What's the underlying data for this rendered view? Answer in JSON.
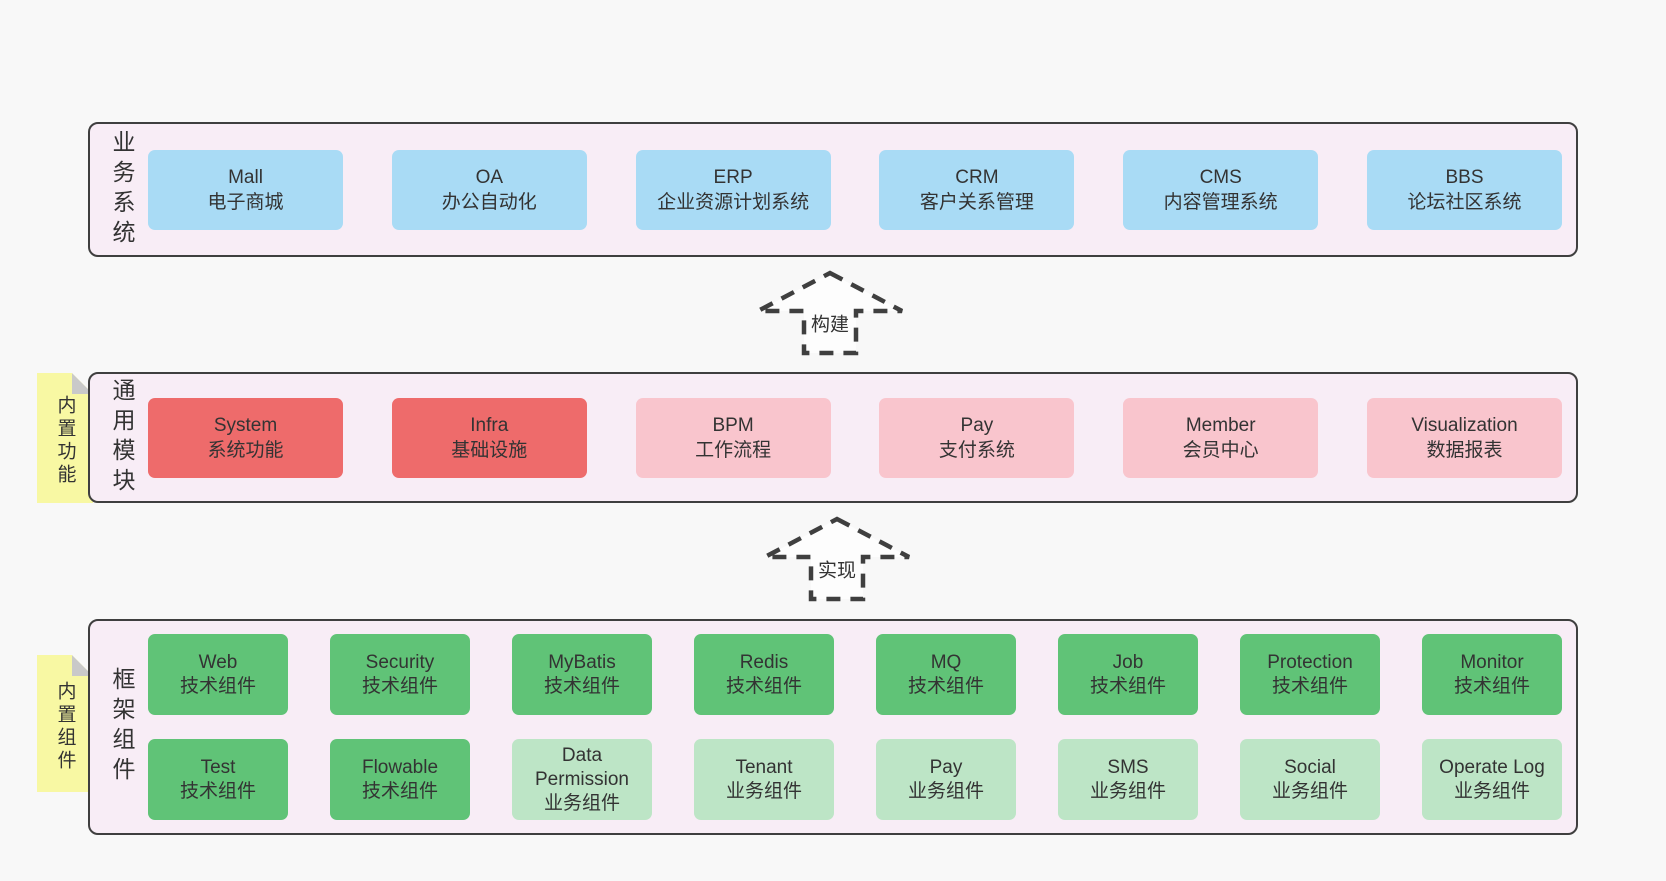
{
  "colors": {
    "page_bg": "#f8f8f8",
    "band_bg": "#f8edf6",
    "band_border": "#3f3f3f",
    "text": "#333333",
    "blue": "#a9dbf5",
    "red": "#ee6b6b",
    "pink": "#f9c5cd",
    "green": "#60c377",
    "light_green": "#bde5c6",
    "sticky_bg": "#f8f8a3",
    "sticky_fold": "#c9c9c9"
  },
  "arrows": [
    {
      "id": "build",
      "label": "构建"
    },
    {
      "id": "implement",
      "label": "实现"
    }
  ],
  "bands": [
    {
      "id": "business-systems",
      "label": "业务系统",
      "sticky": null,
      "rows": [
        [
          {
            "name": "Mall",
            "desc": "电子商城",
            "color": "blue"
          },
          {
            "name": "OA",
            "desc": "办公自动化",
            "color": "blue"
          },
          {
            "name": "ERP",
            "desc": "企业资源计划系统",
            "color": "blue"
          },
          {
            "name": "CRM",
            "desc": "客户关系管理",
            "color": "blue"
          },
          {
            "name": "CMS",
            "desc": "内容管理系统",
            "color": "blue"
          },
          {
            "name": "BBS",
            "desc": "论坛社区系统",
            "color": "blue"
          }
        ]
      ]
    },
    {
      "id": "common-modules",
      "label": "通用模块",
      "sticky": "内置功能",
      "rows": [
        [
          {
            "name": "System",
            "desc": "系统功能",
            "color": "red"
          },
          {
            "name": "Infra",
            "desc": "基础设施",
            "color": "red"
          },
          {
            "name": "BPM",
            "desc": "工作流程",
            "color": "pink"
          },
          {
            "name": "Pay",
            "desc": "支付系统",
            "color": "pink"
          },
          {
            "name": "Member",
            "desc": "会员中心",
            "color": "pink"
          },
          {
            "name": "Visualization",
            "desc": "数据报表",
            "color": "pink"
          }
        ]
      ]
    },
    {
      "id": "framework-components",
      "label": "框架组件",
      "sticky": "内置组件",
      "rows": [
        [
          {
            "name": "Web",
            "desc": "技术组件",
            "color": "green"
          },
          {
            "name": "Security",
            "desc": "技术组件",
            "color": "green"
          },
          {
            "name": "MyBatis",
            "desc": "技术组件",
            "color": "green"
          },
          {
            "name": "Redis",
            "desc": "技术组件",
            "color": "green"
          },
          {
            "name": "MQ",
            "desc": "技术组件",
            "color": "green"
          },
          {
            "name": "Job",
            "desc": "技术组件",
            "color": "green"
          },
          {
            "name": "Protection",
            "desc": "技术组件",
            "color": "green"
          },
          {
            "name": "Monitor",
            "desc": "技术组件",
            "color": "green"
          }
        ],
        [
          {
            "name": "Test",
            "desc": "技术组件",
            "color": "green"
          },
          {
            "name": "Flowable",
            "desc": "技术组件",
            "color": "green"
          },
          {
            "name": "Data Permission",
            "desc": "业务组件",
            "color": "light_green"
          },
          {
            "name": "Tenant",
            "desc": "业务组件",
            "color": "light_green"
          },
          {
            "name": "Pay",
            "desc": "业务组件",
            "color": "light_green"
          },
          {
            "name": "SMS",
            "desc": "业务组件",
            "color": "light_green"
          },
          {
            "name": "Social",
            "desc": "业务组件",
            "color": "light_green"
          },
          {
            "name": "Operate Log",
            "desc": "业务组件",
            "color": "light_green"
          }
        ]
      ]
    }
  ]
}
